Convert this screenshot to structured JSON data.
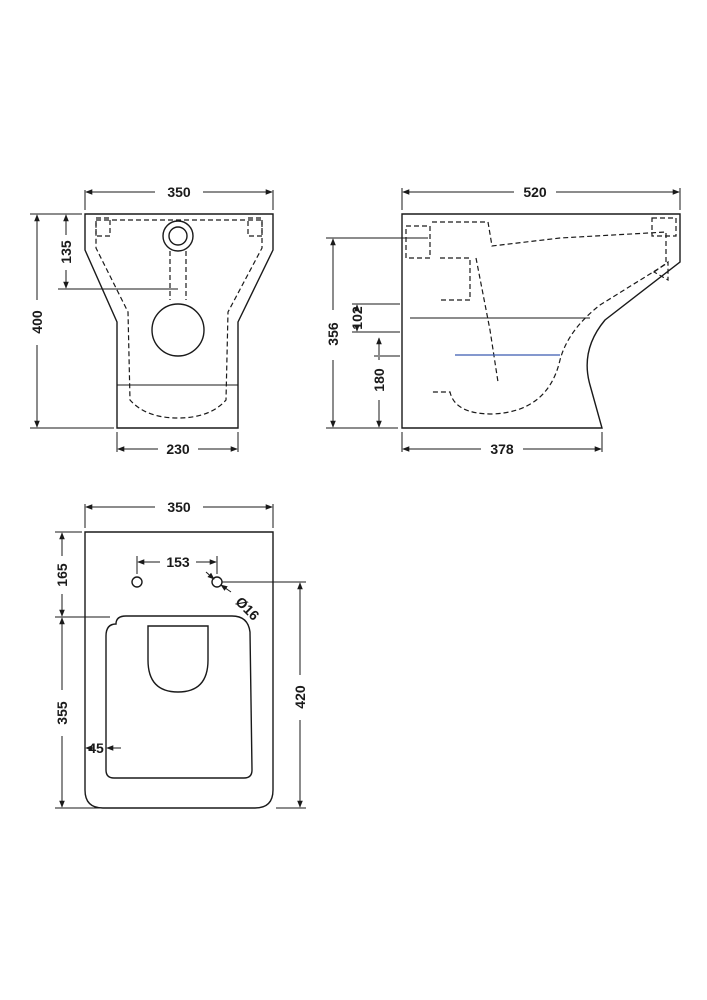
{
  "front_view": {
    "width_label": "350",
    "base_width_label": "230",
    "height_label": "400",
    "inlet_height_label": "135"
  },
  "side_view": {
    "length_label": "520",
    "base_length_label": "378",
    "height_label": "356",
    "outlet_top_label": "102",
    "outlet_center_label": "180"
  },
  "top_view": {
    "width_label": "350",
    "hole_spacing_label": "153",
    "hole_diameter_label": "Ø16",
    "hole_offset_label": "165",
    "seat_depth_label": "355",
    "total_depth_label": "420",
    "side_margin_label": "45"
  },
  "colors": {
    "line": "#1a1a1a",
    "water_line": "#3b5bb0"
  }
}
